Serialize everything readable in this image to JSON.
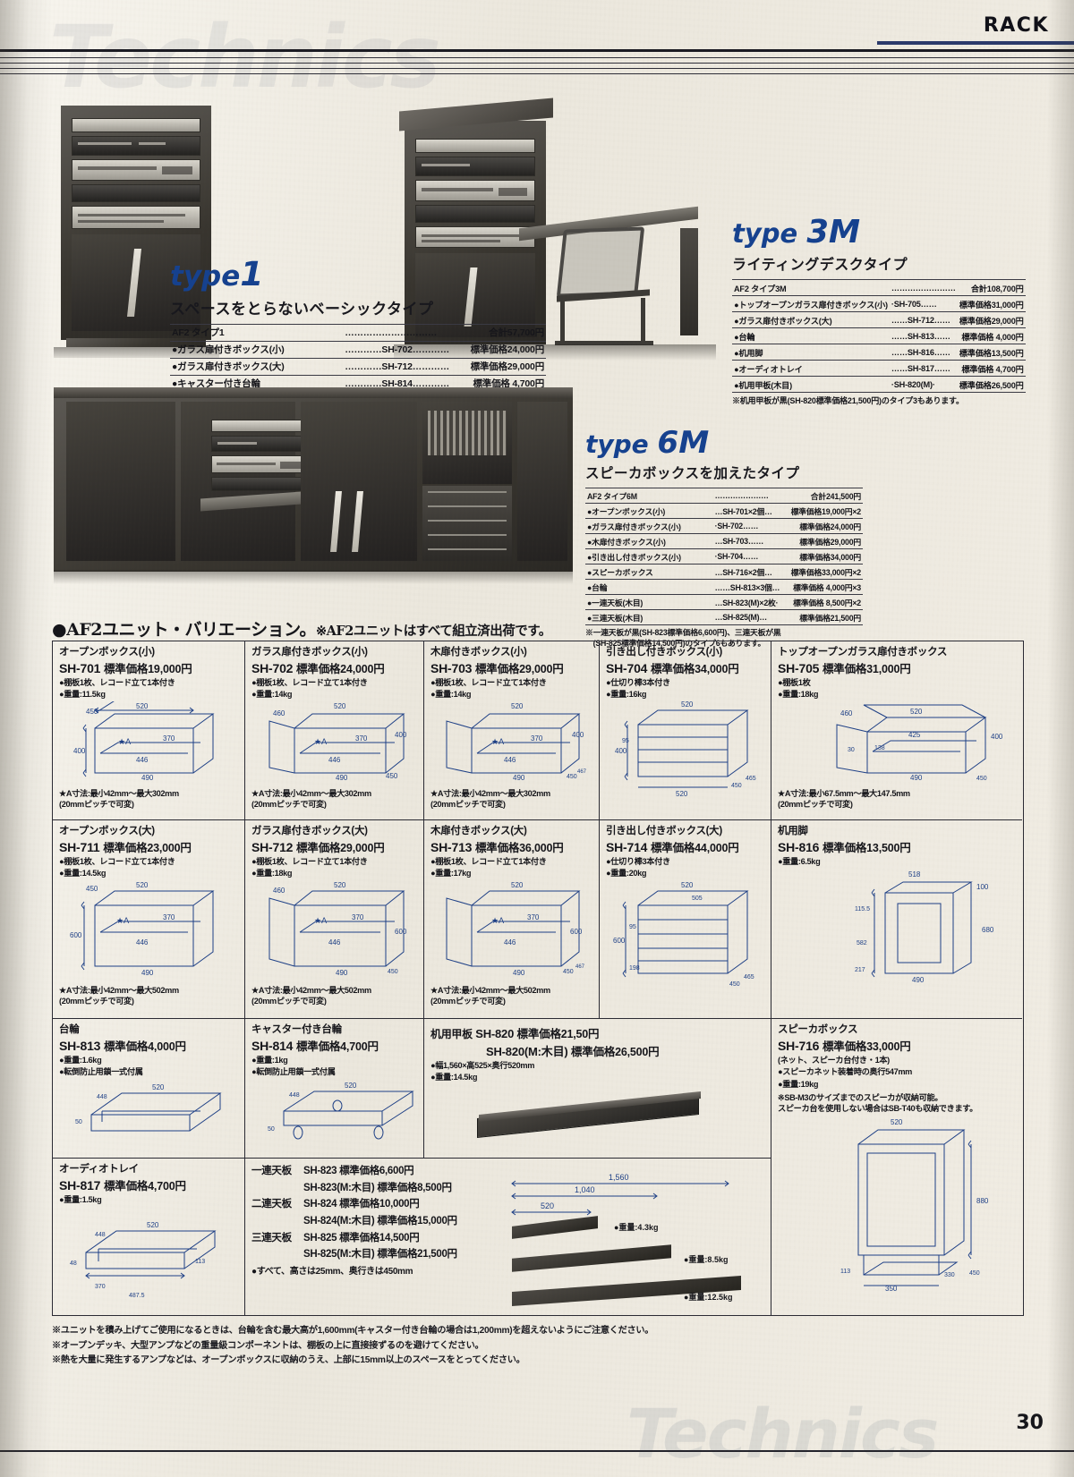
{
  "header": {
    "rack_label": "RACK",
    "brand_ghost_top": "Technics",
    "brand_ghost_bottom": "Technics"
  },
  "page_number": "30",
  "types": [
    {
      "id": "type1",
      "title_word": "type",
      "title_num": "1",
      "subtitle": "スペースをとらないベーシックタイプ",
      "head_name": "AF2 タイプ1",
      "head_price": "合計57,700円",
      "rows": [
        {
          "name": "●ガラス扉付きボックス(小)",
          "model": "SH-702",
          "price": "標準価格24,000円"
        },
        {
          "name": "●ガラス扉付きボックス(大)",
          "model": "SH-712",
          "price": "標準価格29,000円"
        },
        {
          "name": "●キャスター付き台輪",
          "model": "SH-814",
          "price": "標準価格 4,700円"
        }
      ],
      "note": ""
    },
    {
      "id": "type3m",
      "title_word": "type",
      "title_num": "3M",
      "subtitle": "ライティングデスクタイプ",
      "head_name": "AF2 タイプ3M",
      "head_price": "合計108,700円",
      "rows": [
        {
          "name": "●トップオープンガラス扉付きボックス(小)",
          "model": "SH-705",
          "price": "標準価格31,000円"
        },
        {
          "name": "●ガラス扉付きボックス(大)",
          "model": "SH-712",
          "price": "標準価格29,000円"
        },
        {
          "name": "●台輪",
          "model": "SH-813",
          "price": "標準価格 4,000円"
        },
        {
          "name": "●机用脚",
          "model": "SH-816",
          "price": "標準価格13,500円"
        },
        {
          "name": "●オーディオトレイ",
          "model": "SH-817",
          "price": "標準価格 4,700円"
        },
        {
          "name": "●机用甲板(木目)",
          "model": "SH-820(M)",
          "price": "標準価格26,500円"
        }
      ],
      "note": "※机用甲板が黒(SH-820標準価格21,500円)のタイプ3もあります。"
    },
    {
      "id": "type6m",
      "title_word": "type",
      "title_num": "6M",
      "subtitle": "スピーカボックスを加えたタイプ",
      "head_name": "AF2 タイプ6M",
      "head_price": "合計241,500円",
      "rows": [
        {
          "name": "●オープンボックス(小)",
          "model": "SH-701×2個",
          "price": "標準価格19,000円×2"
        },
        {
          "name": "●ガラス扉付きボックス(小)",
          "model": "SH-702",
          "price": "標準価格24,000円"
        },
        {
          "name": "●木扉付きボックス(小)",
          "model": "SH-703",
          "price": "標準価格29,000円"
        },
        {
          "name": "●引き出し付きボックス(小)",
          "model": "SH-704",
          "price": "標準価格34,000円"
        },
        {
          "name": "●スピーカボックス",
          "model": "SH-716×2個",
          "price": "標準価格33,000円×2"
        },
        {
          "name": "●台輪",
          "model": "SH-813×3個",
          "price": "標準価格 4,000円×3"
        },
        {
          "name": "●一連天板(木目)",
          "model": "SH-823(M)×2枚",
          "price": "標準価格 8,500円×2"
        },
        {
          "name": "●三連天板(木目)",
          "model": "SH-825(M)",
          "price": "標準価格21,500円"
        }
      ],
      "note": "※一連天板が黒(SH-823標準価格6,600円)、三連天板が黒\n　(SH-825標準価格14,500円)のタイプ6もあります。"
    }
  ],
  "variation": {
    "heading": "●AF2ユニット・バリエーション。",
    "heading_note": "※AF2ユニットはすべて組立済出荷です。",
    "cells": [
      {
        "title": "オープンボックス(小)",
        "model": "SH-701",
        "price": "標準価格19,000円",
        "bullets": [
          "●棚板1枚、レコード立て1本付き",
          "●重量:11.5kg"
        ],
        "dims": {
          "w": "520",
          "d": "450",
          "h": "400",
          "inner": "446",
          "base": "490",
          "a": "370"
        },
        "foot": "★A寸法:最小42mm～最大302mm\n(20mmピッチで可変)"
      },
      {
        "title": "ガラス扉付きボックス(小)",
        "model": "SH-702",
        "price": "標準価格24,000円",
        "bullets": [
          "●棚板1枚、レコード立て1本付き",
          "●重量:14kg"
        ],
        "dims": {
          "w": "520",
          "d": "460",
          "h": "400",
          "inner": "446",
          "base": "490",
          "a": "370",
          "extra": "450"
        },
        "foot": "★A寸法:最小42mm～最大302mm\n(20mmピッチで可変)"
      },
      {
        "title": "木扉付きボックス(小)",
        "model": "SH-703",
        "price": "標準価格29,000円",
        "bullets": [
          "●棚板1枚、レコード立て1本付き",
          "●重量:14kg"
        ],
        "dims": {
          "w": "520",
          "d": "450",
          "h": "400",
          "inner": "446",
          "base": "490",
          "a": "370",
          "extra": "467"
        },
        "foot": "★A寸法:最小42mm～最大302mm\n(20mmピッチで可変)"
      },
      {
        "title": "引き出し付きボックス(小)",
        "model": "SH-704",
        "price": "標準価格34,000円",
        "bullets": [
          "●仕切り棒3本付き",
          "●重量:16kg"
        ],
        "dims": {
          "w": "520",
          "h": "400",
          "inner": "95",
          "base": "520",
          "d": "450",
          "extra": "465"
        },
        "foot": ""
      },
      {
        "title": "トップオープンガラス扉付きボックス",
        "model": "SH-705",
        "price": "標準価格31,000円",
        "bullets": [
          "●棚板1枚",
          "●重量:18kg"
        ],
        "dims": {
          "w": "520",
          "d": "460",
          "h": "400",
          "inner": "425",
          "base": "490",
          "a": "138",
          "extra": "450",
          "small": "30"
        },
        "foot": "★A寸法:最小67.5mm～最大147.5mm\n(20mmピッチで可変)"
      },
      {
        "title": "オープンボックス(大)",
        "model": "SH-711",
        "price": "標準価格23,000円",
        "bullets": [
          "●棚板1枚、レコード立て1本付き",
          "●重量:14.5kg"
        ],
        "dims": {
          "w": "520",
          "d": "450",
          "h": "600",
          "inner": "446",
          "base": "490",
          "a": "370"
        },
        "foot": "★A寸法:最小42mm～最大502mm\n(20mmピッチで可変)"
      },
      {
        "title": "ガラス扉付きボックス(大)",
        "model": "SH-712",
        "price": "標準価格29,000円",
        "bullets": [
          "●棚板1枚、レコード立て1本付き",
          "●重量:18kg"
        ],
        "dims": {
          "w": "520",
          "d": "460",
          "h": "600",
          "inner": "446",
          "base": "490",
          "a": "370",
          "extra": "450"
        },
        "foot": "★A寸法:最小42mm～最大502mm\n(20mmピッチで可変)"
      },
      {
        "title": "木扉付きボックス(大)",
        "model": "SH-713",
        "price": "標準価格36,000円",
        "bullets": [
          "●棚板1枚、レコード立て1本付き",
          "●重量:17kg"
        ],
        "dims": {
          "w": "520",
          "d": "450",
          "h": "600",
          "inner": "446",
          "base": "490",
          "a": "370",
          "extra": "467"
        },
        "foot": "★A寸法:最小42mm～最大502mm\n(20mmピッチで可変)"
      },
      {
        "title": "引き出し付きボックス(大)",
        "model": "SH-714",
        "price": "標準価格44,000円",
        "bullets": [
          "●仕切り棒3本付き",
          "●重量:20kg"
        ],
        "dims": {
          "w": "520",
          "h": "600",
          "inner": "505",
          "base": "450",
          "d": "95",
          "extra": "465",
          "small": "198"
        },
        "foot": ""
      },
      {
        "title": "机用脚",
        "model": "SH-816",
        "price": "標準価格13,500円",
        "bullets": [
          "●重量:6.5kg"
        ],
        "dims": {
          "w": "518",
          "d": "100",
          "h": "680",
          "inner": "115.5",
          "base": "490",
          "a": "582",
          "extra": "217"
        },
        "foot": ""
      },
      {
        "title": "台輪",
        "model": "SH-813",
        "price": "標準価格4,000円",
        "bullets": [
          "●重量:1.6kg",
          "●転倒防止用鎖一式付属"
        ],
        "dims": {
          "w": "520",
          "d": "448",
          "h": "50"
        },
        "foot": ""
      },
      {
        "title": "キャスター付き台輪",
        "model": "SH-814",
        "price": "標準価格4,700円",
        "bullets": [
          "●重量:1kg",
          "●転倒防止用鎖一式付属"
        ],
        "dims": {
          "w": "520",
          "d": "448",
          "h": "50"
        },
        "foot": ""
      },
      {
        "title": "机用甲板",
        "model": "SH-820",
        "price": "標準価格21,50円",
        "model2": "SH-820(M:木目)",
        "price2": "標準価格26,500円",
        "bullets": [
          "●幅1,560×高525×奥行520mm",
          "●重量:14.5kg"
        ],
        "foot": ""
      },
      {
        "title": "スピーカボックス",
        "model": "SH-716",
        "price": "標準価格33,000円",
        "bullets": [
          "(ネット、スピーカ台付き・1本)",
          "●スピーカネット装着時の奥行547mm",
          "●重量:19kg"
        ],
        "dims": {
          "w": "520",
          "h": "880",
          "base": "350",
          "d": "450",
          "extra": "330",
          "small": "113"
        },
        "foot": "※SB-M3のサイズまでのスピーカが収納可能。\nスピーカ台を使用しない場合はSB-T40も収納できます。"
      },
      {
        "title": "オーディオトレイ",
        "model": "SH-817",
        "price": "標準価格4,700円",
        "bullets": [
          "●重量:1.5kg"
        ],
        "dims": {
          "w": "520",
          "d": "448",
          "h": "48",
          "inner": "370",
          "base": "487.5",
          "a": "113"
        },
        "foot": ""
      }
    ],
    "tenban": {
      "rows": [
        {
          "label": "一連天板",
          "model": "SH-823",
          "price": "標準価格6,600円"
        },
        {
          "label": "",
          "model": "SH-823(M:木目)",
          "price": "標準価格8,500円"
        },
        {
          "label": "二連天板",
          "model": "SH-824",
          "price": "標準価格10,000円"
        },
        {
          "label": "",
          "model": "SH-824(M:木目)",
          "price": "標準価格15,000円"
        },
        {
          "label": "三連天板",
          "model": "SH-825",
          "price": "標準価格14,500円"
        },
        {
          "label": "",
          "model": "SH-825(M:木目)",
          "price": "標準価格21,500円"
        }
      ],
      "note": "●すべて、高さは25mm、奥行きは450mm",
      "dims": {
        "long": "1,560",
        "mid": "1,040",
        "short": "520"
      },
      "weights": [
        "●重量:4.3kg",
        "●重量:8.5kg",
        "●重量:12.5kg"
      ]
    }
  },
  "bottom_notes": [
    "※ユニットを積み上げてご使用になるときは、台輪を含む最大高が1,600mm(キャスター付き台輪の場合は1,200mm)を超えないようにご注意ください。",
    "※オープンデッキ、大型アンプなどの重量級コンポーネントは、棚板の上に直接接ずるのを避けてください。",
    "※熱を大量に発生するアンプなどは、オープンボックスに収納のうえ、上部に15mm以上のスペースをとってください。"
  ]
}
